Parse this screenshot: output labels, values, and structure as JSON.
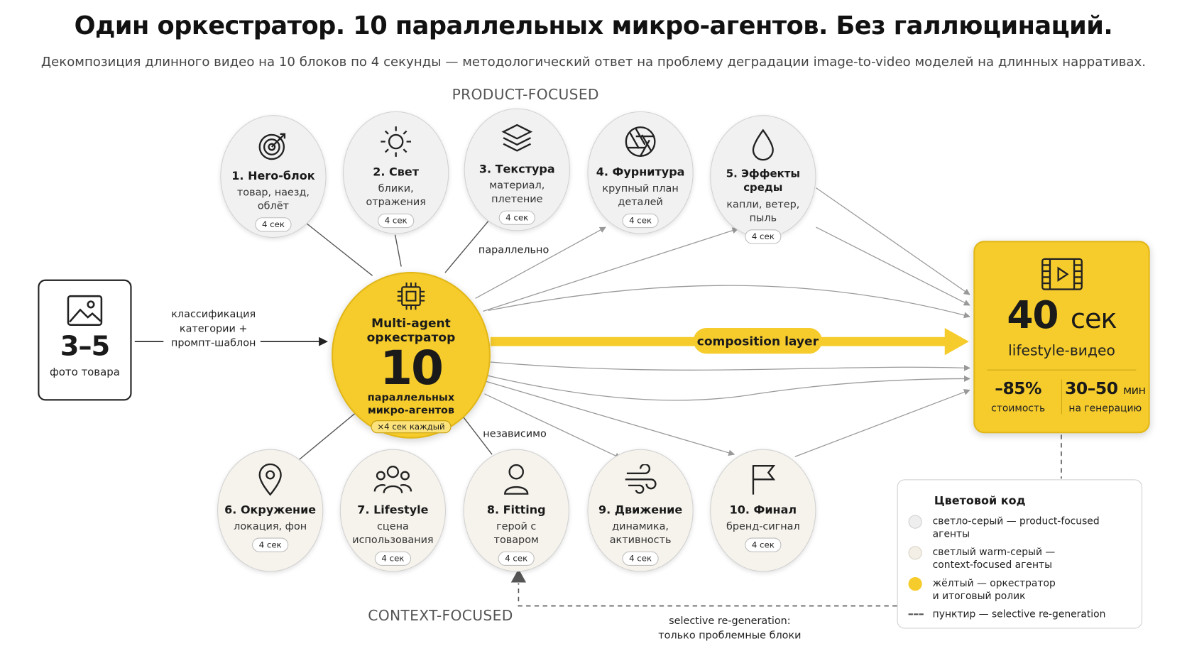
{
  "title": "Один оркестратор. 10 параллельных микро-агентов. Без галлюцинаций.",
  "subtitle": "Декомпозиция длинного видео на 10 блоков по 4 секунды — методологический ответ на проблему деградации image-to-video моделей на длинных нарративах.",
  "sections": {
    "product": "PRODUCT-FOCUSED",
    "context": "CONTEXT-FOCUSED"
  },
  "input": {
    "count": "3–5",
    "label": "фото товара",
    "icon": "image-icon"
  },
  "input_arrow_label": [
    "классификация",
    "категории +",
    "промпт-шаблон"
  ],
  "edge_labels": {
    "parallel": "параллельно",
    "independent": "независимо"
  },
  "orchestrator": {
    "title_line1": "Multi-agent",
    "title_line2": "оркестратор",
    "number": "10",
    "sub_line1": "параллельных",
    "sub_line2": "микро-агентов",
    "badge": "×4 сек каждый",
    "icon": "chip-icon"
  },
  "composition_label": "composition layer",
  "agents": [
    {
      "name": "1. Hero-блок",
      "desc1": "товар, наезд,",
      "desc2": "облёт",
      "duration": "4 сек",
      "group": "product",
      "icon": "target-icon"
    },
    {
      "name": "2. Свет",
      "desc1": "блики,",
      "desc2": "отражения",
      "duration": "4 сек",
      "group": "product",
      "icon": "sun-icon"
    },
    {
      "name": "3. Текстура",
      "desc1": "материал,",
      "desc2": "плетение",
      "duration": "4 сек",
      "group": "product",
      "icon": "layers-icon"
    },
    {
      "name": "4. Фурнитура",
      "desc1": "крупный план",
      "desc2": "деталей",
      "duration": "4 сек",
      "group": "product",
      "icon": "aperture-icon"
    },
    {
      "name": "5. Эффекты среды",
      "desc1": "капли, ветер,",
      "desc2": "пыль",
      "duration": "4 сек",
      "group": "product",
      "icon": "drop-icon"
    },
    {
      "name": "6. Окружение",
      "desc1": "локация, фон",
      "desc2": "",
      "duration": "4 сек",
      "group": "context",
      "icon": "location-pin-icon"
    },
    {
      "name": "7. Lifestyle",
      "desc1": "сцена",
      "desc2": "использования",
      "duration": "4 сек",
      "group": "context",
      "icon": "people-icon"
    },
    {
      "name": "8. Fitting",
      "desc1": "герой с",
      "desc2": "товаром",
      "duration": "4 сек",
      "group": "context",
      "icon": "person-icon"
    },
    {
      "name": "9. Движение",
      "desc1": "динамика,",
      "desc2": "активность",
      "duration": "4 сек",
      "group": "context",
      "icon": "wind-icon"
    },
    {
      "name": "10. Финал",
      "desc1": "бренд-сигнал",
      "desc2": "",
      "duration": "4 сек",
      "group": "context",
      "icon": "flag-icon"
    }
  ],
  "output": {
    "value": "40",
    "unit": "сек",
    "type": "lifestyle-видео",
    "icon": "video-icon",
    "stats": [
      {
        "value": "–85%",
        "unit": "",
        "label": "стоимость"
      },
      {
        "value": "30–50",
        "unit": "мин",
        "label": "на генерацию"
      }
    ]
  },
  "regen_note": [
    "selective re-generation:",
    "только проблемные блоки"
  ],
  "legend": {
    "title": "Цветовой код",
    "items": [
      {
        "kind": "dot",
        "color": "#eeeeee",
        "text1": "светло-серый — product-focused агенты",
        "text2": ""
      },
      {
        "kind": "dot",
        "color": "#f3efe6",
        "text1": "светлый warm-серый —",
        "text2": "context-focused агенты"
      },
      {
        "kind": "dot",
        "color": "#f6cc2c",
        "text1": "жёлтый — оркестратор",
        "text2": "и итоговый ролик"
      },
      {
        "kind": "dash",
        "color": "#555555",
        "text1": "пунктир — selective re-generation",
        "text2": ""
      }
    ]
  },
  "colors": {
    "accent": "#f6cc2c",
    "product_fill": "#f1f1f1",
    "context_fill": "#f6f3ec"
  }
}
